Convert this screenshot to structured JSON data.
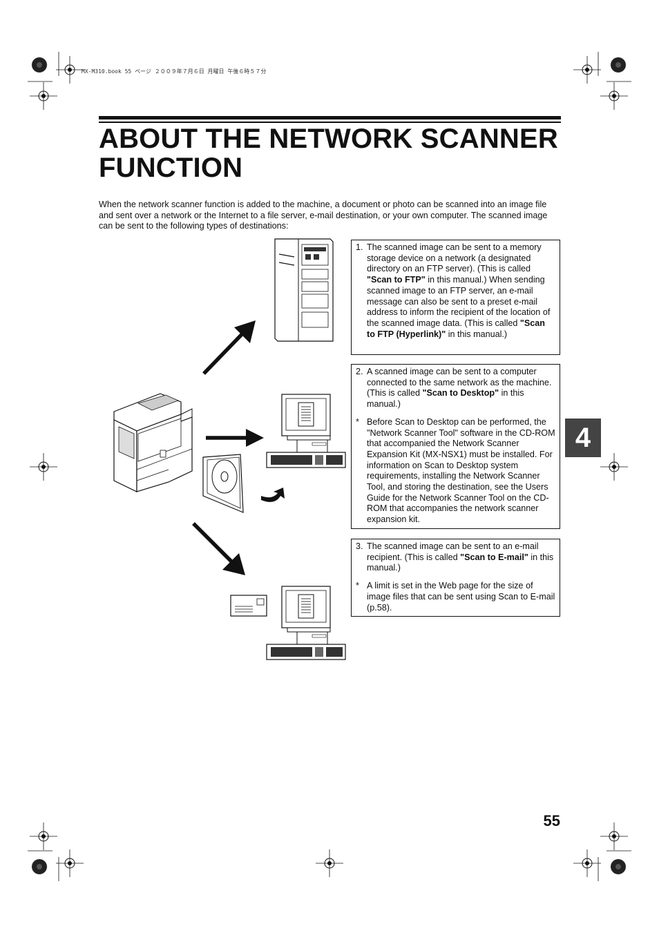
{
  "header": {
    "print_line": "MX-M310.book  55 ページ  ２００９年７月６日  月曜日  午後６時５７分"
  },
  "title": "ABOUT THE NETWORK SCANNER FUNCTION",
  "intro": "When the network scanner function is added to the machine, a document or photo can be scanned into an image file and sent over a network or the Internet to a file server, e-mail destination, or your own computer. The scanned image can be sent to the following types of destinations:",
  "box1": {
    "num": "1.",
    "text_a": "The scanned image can be sent to a memory storage device on a network (a designated directory on an FTP server). (This is called ",
    "bold_a": "\"Scan to FTP\"",
    "text_b": " in this manual.) When sending scanned image to an FTP server, an e-mail message can also be sent to a preset e-mail address to inform the recipient of the location of the scanned image data. (This is called ",
    "bold_b": "\"Scan to FTP (Hyperlink)\"",
    "text_c": " in this manual.)"
  },
  "box2": {
    "num": "2.",
    "text_a": "A scanned image can be sent to a computer connected to the same network as the machine. (This is called ",
    "bold_a": "\"Scan to Desktop\"",
    "text_b": " in this manual.)",
    "note_mark": "*",
    "note": "Before Scan to Desktop can be performed, the \"Network Scanner Tool\" software in the CD-ROM that accompanied the Network Scanner Expansion Kit (MX-NSX1) must be installed. For information on Scan to Desktop system requirements, installing the Network Scanner Tool, and storing the destination, see the Users Guide for the Network Scanner Tool on the CD-ROM that accompanies the network scanner expansion kit."
  },
  "box3": {
    "num": "3.",
    "text_a": "The scanned image can be sent to an e-mail recipient. (This is called ",
    "bold_a": "\"Scan to E-mail\"",
    "text_b": " in this manual.)",
    "note_mark": "*",
    "note": "A limit is set in the Web page for the size of image files that can be sent using Scan to E-mail (p.58)."
  },
  "chapter_tab": "4",
  "page_number": "55",
  "icons": [
    "registration-mark-icon",
    "copier-icon",
    "server-tower-icon",
    "desktop-computer-icon",
    "cd-rom-icon",
    "envelope-icon",
    "arrow-icon"
  ],
  "colors": {
    "ink": "#111111",
    "tab": "#444444"
  }
}
